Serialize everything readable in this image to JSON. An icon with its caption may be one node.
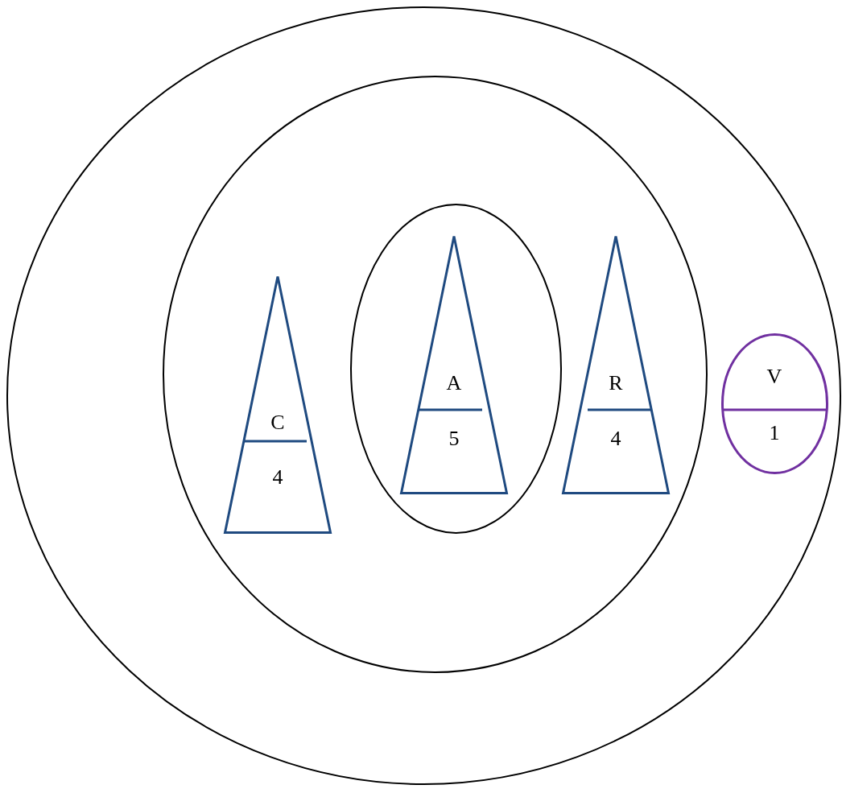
{
  "diagram": {
    "nodes": [
      {
        "text": [],
        "shape": "circle"
      },
      {
        "text": [],
        "shape": "circle",
        "in": 0
      },
      {
        "text": [
          "C",
          "4"
        ],
        "in": 1
      },
      {
        "text": [],
        "shape": "circle",
        "in": 1
      },
      {
        "text": [
          "A",
          "5"
        ],
        "in": 3
      },
      {
        "text": [
          "R",
          "4"
        ],
        "in": 1
      },
      {
        "text": [
          "V",
          "1"
        ],
        "in": 0
      }
    ]
  }
}
